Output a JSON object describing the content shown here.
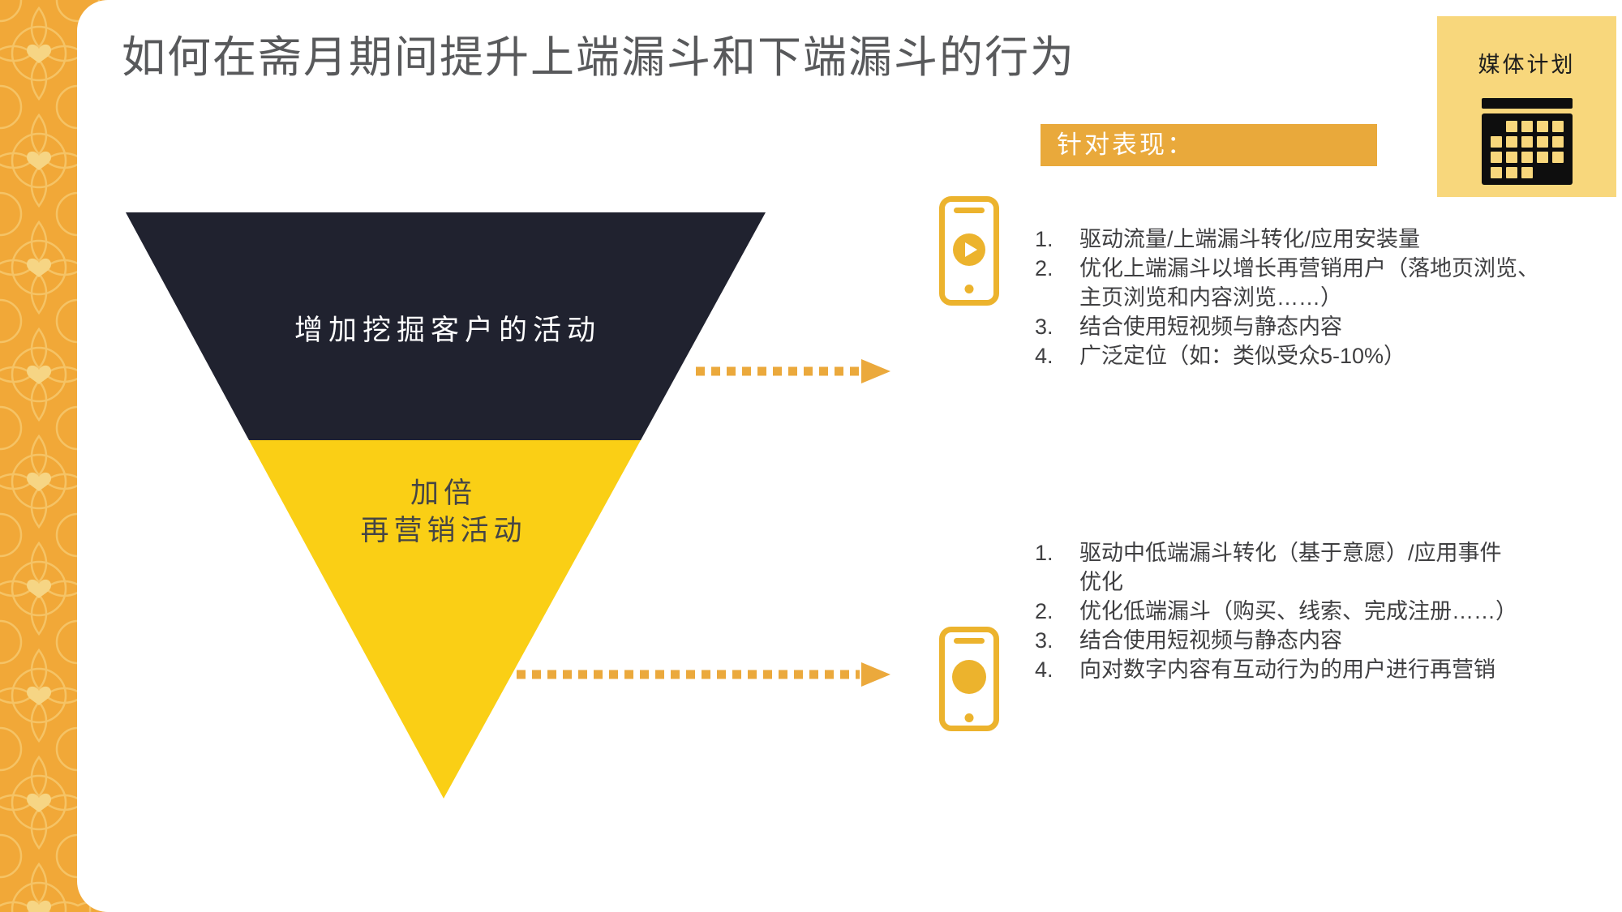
{
  "page_title": "如何在斋月期间提升上端漏斗和下端漏斗的行为",
  "badge": {
    "label": "媒体计划",
    "icon": "calendar-icon"
  },
  "performance_bar": {
    "label": "针对表现："
  },
  "funnel": {
    "top_segment_label": "增加挖掘客户的活动",
    "bottom_segment_label_line1": "加倍",
    "bottom_segment_label_line2": "再营销活动"
  },
  "upper_funnel_list": {
    "items": [
      "驱动流量/上端漏斗转化/应用安装量",
      "优化上端漏斗以增长再营销用户（落地页浏览、\n主页浏览和内容浏览……）",
      "结合使用短视频与静态内容",
      "广泛定位（如：类似受众5-10%）"
    ]
  },
  "lower_funnel_list": {
    "items": [
      "驱动中低端漏斗转化（基于意愿）/应用事件\n优化",
      "优化低端漏斗（购买、线索、完成注册……）",
      "结合使用短视频与静态内容",
      "向对数字内容有互动行为的用户进行再营销"
    ]
  },
  "icons": {
    "upper_phone": "phone-video-icon",
    "lower_phone": "phone-chat-icon",
    "badge_icon": "calendar-icon"
  },
  "colors": {
    "sidebar_gold": "#F1A838",
    "funnel_dark": "#20222F",
    "funnel_yellow": "#FACF15",
    "accent_orange": "#E9A93B",
    "arrow_gold": "#EBA93C",
    "badge_yellow": "#F8D77C",
    "icon_gold": "#ECB32D",
    "title_gray": "#58595B",
    "body_text": "#3F3F41"
  }
}
